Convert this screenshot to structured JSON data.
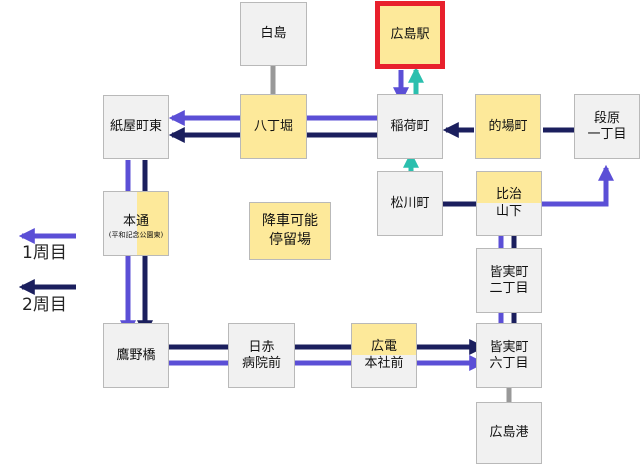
{
  "colors": {
    "round1": "#5b4fd6",
    "round2": "#1b1f5e",
    "arrow_to_station": "#2bbfae",
    "alight_fill": "#fde99a",
    "stop_fill": "#f1f1f1",
    "terminal_border": "#e8202c",
    "connector": "#999999"
  },
  "legend": {
    "round1": "1周目",
    "round2": "2周目"
  },
  "note": {
    "line1": "降車可能",
    "line2": "停留場"
  },
  "stops": {
    "hakushima": "白島",
    "hiroshima_station": "広島駅",
    "kamiyacho_higashi": "紙屋町東",
    "hatchobori": "八丁堀",
    "inari_machi": "稲荷町",
    "matoba_cho": "的場町",
    "danbara_1": "段原",
    "danbara_2": "一丁目",
    "hondori": "本通",
    "hondori_sub": "(平和記念公園東)",
    "matsukawa_cho": "松川町",
    "hijiyama_1": "比治",
    "hijiyama_2": "山下",
    "minamimachi2_1": "皆実町",
    "minamimachi2_2": "二丁目",
    "takanobashi": "鷹野橋",
    "nisseki_1": "日赤",
    "nisseki_2": "病院前",
    "hiroden_1": "広電",
    "hiroden_2": "本社前",
    "minamimachi6_1": "皆実町",
    "minamimachi6_2": "六丁目",
    "hiroshima_port": "広島港"
  }
}
